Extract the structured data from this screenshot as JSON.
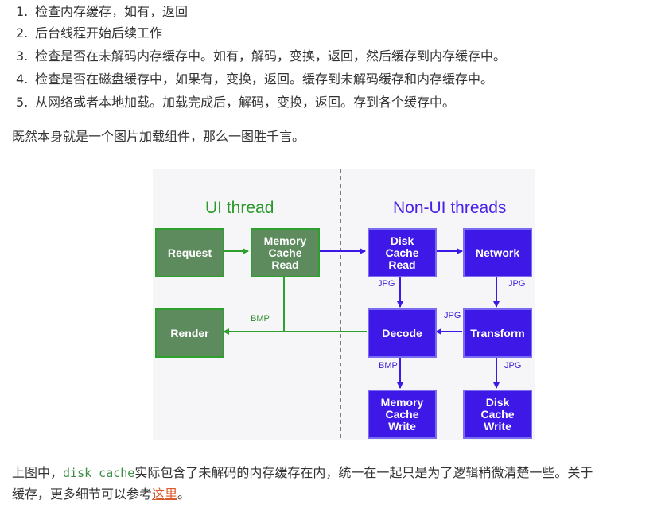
{
  "list": [
    {
      "num": "1.",
      "text": "检查内存缓存，如有，返回"
    },
    {
      "num": "2.",
      "text": "后台线程开始后续工作"
    },
    {
      "num": "3.",
      "text": "检查是否在未解码内存缓存中。如有，解码，变换，返回，然后缓存到内存缓存中。"
    },
    {
      "num": "4.",
      "text": "检查是否在磁盘缓存中，如果有，变换，返回。缓存到未解码缓存和内存缓存中。"
    },
    {
      "num": "5.",
      "text": "从网络或者本地加载。加载完成后，解码，变换，返回。存到各个缓存中。"
    }
  ],
  "intro": "既然本身就是一个图片加载组件，那么一图胜千言。",
  "diagram": {
    "ui_heading": "UI thread",
    "nonui_heading": "Non-UI threads",
    "boxes": {
      "request": "Request",
      "memory_cache_read": "Memory\nCache\nRead",
      "render": "Render",
      "disk_cache_read": "Disk\nCache\nRead",
      "network": "Network",
      "decode": "Decode",
      "transform": "Transform",
      "memory_cache_write": "Memory\nCache\nWrite",
      "disk_cache_write": "Disk\nCache\nWrite"
    },
    "edge_labels": {
      "bmp_render": "BMP",
      "jpg_disk_decode": "JPG",
      "jpg_network_transform": "JPG",
      "jpg_transform_decode": "JPG",
      "bmp_decode_memwrite": "BMP",
      "jpg_transform_diskwrite": "JPG"
    },
    "colors": {
      "ui_green": "#2ea02e",
      "box_green": "#5e8b5e",
      "nonui_blue": "#3d18e6",
      "background": "#f6f6f8"
    }
  },
  "footer": {
    "part1": "上图中，",
    "code": "disk cache",
    "part2": "实际包含了未解码的内存缓存在内，统一在一起只是为了逻辑稍微清楚一些。关于",
    "line2_part1": "缓存，更多细节可以参考",
    "link": "这里",
    "line2_part2": "。"
  }
}
